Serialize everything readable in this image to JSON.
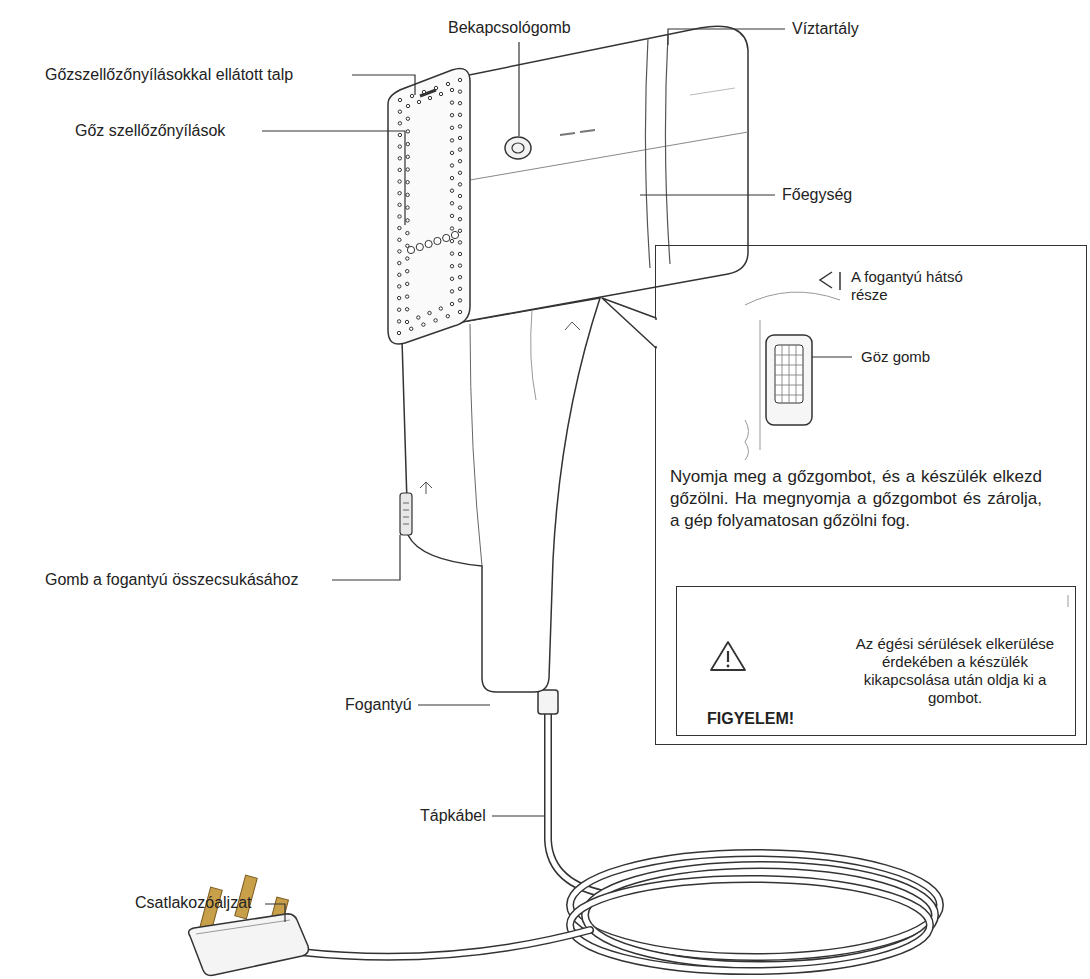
{
  "diagram": {
    "nodes": [
      {
        "text": [
          "A fogantyú hátsó része",
          "Göz gomb",
          "Nyomja meg a gőzgombot, és a készülék elkezd gőzölni. Ha megnyomja a gőzgombot és zárolja, a gép folyamatosan gőzölni fog."
        ]
      },
      {
        "text": [
          "Az égési sérülések elkerülése érdekében a készülék kikapcsolása után oldja ki a gombot.",
          "FIGYELEM!"
        ],
        "in": 0
      }
    ],
    "labels": [
      "Bekapcsológomb",
      "Víztartály",
      "Gőzszellőzőnyílásokkal ellátott talp",
      "Gőz szellőzőnyílások",
      "Főegység",
      "Gomb a fogantyú összecsukásához",
      "Fogantyú",
      "Tápkábel",
      "Csatlakozóaljzat"
    ]
  }
}
